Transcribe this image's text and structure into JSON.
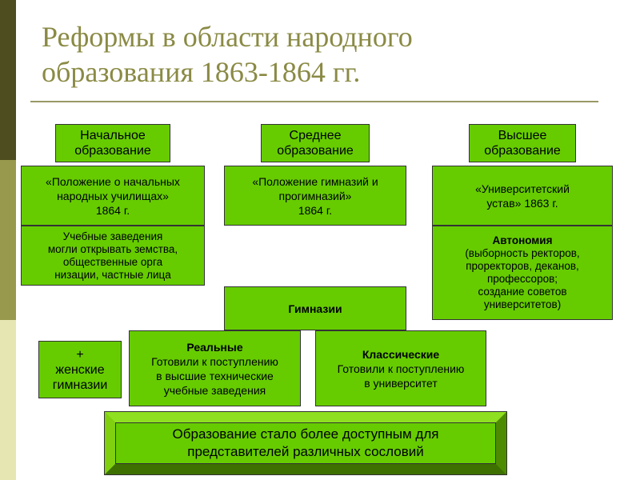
{
  "title": {
    "line1": "Реформы в области народного",
    "line2": "образования 1863-1864 гг."
  },
  "primary": {
    "header": [
      "Начальное",
      "образование"
    ],
    "law": [
      "«Положение о начальных",
      "народных училищах»",
      "1864 г."
    ],
    "note": [
      "Учебные заведения",
      "могли открывать земства,",
      "общественные орга",
      "низации, частные лица"
    ]
  },
  "secondary": {
    "header": [
      "Среднее",
      "образование"
    ],
    "law": [
      "«Положение гимназий и",
      "прогимназий»",
      "1864 г."
    ]
  },
  "higher": {
    "header": [
      "Высшее",
      "образование"
    ],
    "law": [
      "«Университетский",
      "устав» 1863 г."
    ],
    "note_title": "Автономия",
    "note": [
      "(выборность ректоров,",
      "проректоров, деканов,",
      "профессоров;",
      "создание советов",
      "университетов)"
    ]
  },
  "gymnasiums": {
    "label": "Гимназии",
    "real": {
      "title": "Реальные",
      "text": [
        "Готовили к поступлению",
        "в высшие технические",
        "учебные заведения"
      ]
    },
    "classical": {
      "title": "Классические",
      "text": [
        "Готовили к поступлению",
        "в университет"
      ]
    }
  },
  "women": [
    "+",
    "женские",
    "гимназии"
  ],
  "conclusion": [
    "Образование стало более доступным для",
    "представителей различных сословий"
  ],
  "colors": {
    "box_fill": "#66cc00",
    "title": "#8a8a45",
    "band_dark": "#4d4d1f",
    "band_mid": "#99994d",
    "band_light": "#e6e6b3"
  }
}
